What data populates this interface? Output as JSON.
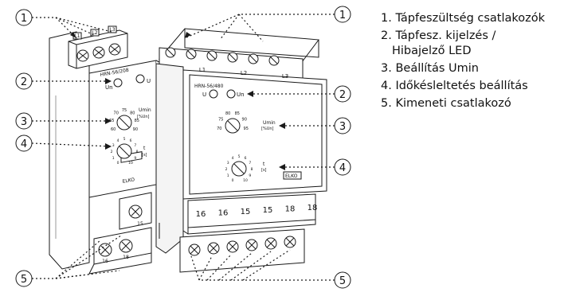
{
  "device_small": {
    "model": "HRN-56/208",
    "led_left": "Un",
    "led_right": "U",
    "dial_label": "Umin",
    "dial_unit": "[%Un]",
    "dial_scale": [
      "60",
      "65",
      "70",
      "75",
      "80",
      "85",
      "90"
    ],
    "delay_label": "t",
    "delay_unit": "[s]",
    "delay_scale": [
      "0",
      "1",
      "2",
      "3",
      "4",
      "5",
      "6",
      "7",
      "8",
      "9",
      "10"
    ],
    "top_terminals": [
      "L1",
      "L2",
      "L3"
    ],
    "bottom_terminals": [
      "15",
      "16",
      "18"
    ],
    "brand": "ELKO"
  },
  "device_large": {
    "model": "HRN-56/480",
    "led_left": "U",
    "led_right": "Un",
    "dial_label": "Umin",
    "dial_unit": "[%Un]",
    "dial_scale": [
      "70",
      "75",
      "80",
      "85",
      "90",
      "95"
    ],
    "delay_label": "t",
    "delay_unit": "[s]",
    "delay_scale": [
      "0",
      "1",
      "2",
      "3",
      "4",
      "5",
      "6",
      "7",
      "8",
      "9",
      "10"
    ],
    "top_terminals": [
      "L1",
      "L2",
      "L3"
    ],
    "terminal_strip": [
      "16",
      "16",
      "15",
      "15",
      "18",
      "18"
    ],
    "brand": "ELKO"
  },
  "callouts": [
    "1",
    "2",
    "3",
    "4",
    "5"
  ],
  "legend": [
    {
      "num": "1.",
      "lines": [
        "Tápfeszültség csatlakozók"
      ]
    },
    {
      "num": "2.",
      "lines": [
        "Tápfesz. kijelzés /",
        "Hibajelző LED"
      ]
    },
    {
      "num": "3.",
      "lines": [
        "Beállítás Umin"
      ]
    },
    {
      "num": "4.",
      "lines": [
        "Időkésleltetés beállítás"
      ]
    },
    {
      "num": "5.",
      "lines": [
        "Kimeneti csatlakozó"
      ]
    }
  ],
  "colors": {
    "line": "#1a1a1a",
    "fill": "#ffffff",
    "shade": "#e8e8e8"
  }
}
